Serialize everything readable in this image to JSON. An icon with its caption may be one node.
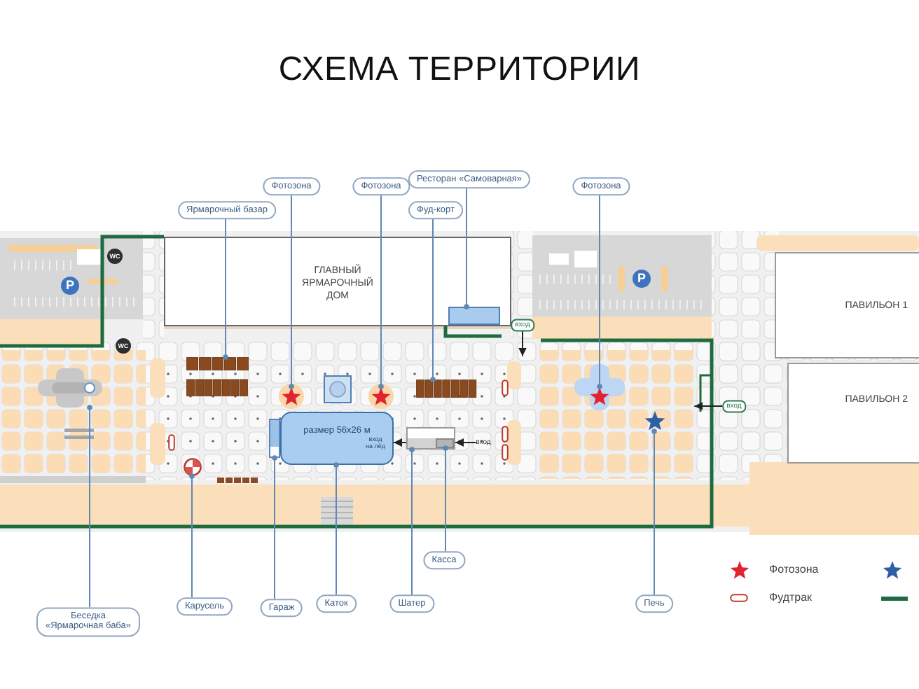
{
  "diagram": {
    "title": "СХЕМА ТЕРРИТОРИИ",
    "nodes": [
      {
        "text": [
          "Фотозона"
        ]
      },
      {
        "text": [
          "Фотозона"
        ]
      },
      {
        "text": [
          "Ресторан «Самоварная»"
        ]
      },
      {
        "text": [
          "Фотозона"
        ]
      },
      {
        "text": [
          "Ярмарочный базар"
        ]
      },
      {
        "text": [
          "Фуд-корт"
        ]
      },
      {
        "text": [
          "ГЛАВНЫЙ ЯРМАРОЧНЫЙ ДОМ"
        ]
      },
      {
        "text": [
          "ПАВИЛЬОН 1"
        ]
      },
      {
        "text": [
          "ПАВИЛЬОН 2"
        ]
      },
      {
        "text": [
          "размер 56х26 м"
        ]
      },
      {
        "text": [
          "Беседка «Ярмарочная баба»"
        ]
      },
      {
        "text": [
          "Карусель"
        ]
      },
      {
        "text": [
          "Гараж"
        ]
      },
      {
        "text": [
          "Каток"
        ]
      },
      {
        "text": [
          "Шатер"
        ]
      },
      {
        "text": [
          "Касса"
        ]
      },
      {
        "text": [
          "Печь"
        ]
      },
      {
        "text": [],
        "shape": "star"
      },
      {
        "text": [],
        "shape": "star"
      },
      {
        "text": [],
        "shape": "box",
        "in": 6
      },
      {
        "text": [],
        "shape": "star"
      },
      {
        "text": [],
        "shape": "box"
      },
      {
        "text": [],
        "shape": "box"
      },
      {
        "text": [],
        "shape": "box"
      },
      {
        "text": [],
        "shape": "circle"
      },
      {
        "text": [],
        "shape": "box"
      },
      {
        "text": [],
        "shape": "box"
      },
      {
        "text": [],
        "shape": "box",
        "in": 26
      },
      {
        "text": [],
        "shape": "star"
      },
      {
        "text": [
          "вход"
        ]
      },
      {
        "text": [
          "вход"
        ]
      },
      {
        "text": [
          "вход"
        ]
      }
    ],
    "edges": [
      {
        "from": 0,
        "to": 17,
        "arrow": "other"
      },
      {
        "from": 1,
        "to": 18,
        "arrow": "other"
      },
      {
        "from": 2,
        "to": 19,
        "arrow": "other"
      },
      {
        "from": 3,
        "to": 20,
        "arrow": "other"
      },
      {
        "from": 4,
        "to": 21,
        "arrow": "other"
      },
      {
        "from": 5,
        "to": 22,
        "arrow": "other"
      },
      {
        "from": 10,
        "to": 23,
        "arrow": "other"
      },
      {
        "from": 11,
        "to": 24,
        "arrow": "other"
      },
      {
        "from": 12,
        "to": 25,
        "arrow": "other"
      },
      {
        "from": 13,
        "to": 9,
        "arrow": "other"
      },
      {
        "from": 14,
        "to": 26,
        "arrow": "other"
      },
      {
        "from": 15,
        "to": 27,
        "arrow": "other"
      },
      {
        "from": 16,
        "to": 28,
        "arrow": "other"
      },
      {
        "from": 29,
        "to": null,
        "arrow": "to",
        "color": "#222222"
      },
      {
        "from": 30,
        "to": null,
        "arrow": "to",
        "color": "#222222"
      },
      {
        "from": 31,
        "to": 26,
        "arrow": "to",
        "color": "#222222"
      },
      {
        "from": 26,
        "to": 9,
        "arrow": "to",
        "label": "вход на лёд",
        "color": "#222222"
      }
    ],
    "labels": [
      "WC",
      "P",
      "P",
      "WC"
    ],
    "legend": [
      {
        "text": "Фотозона"
      },
      {
        "text": "Фудтрак"
      }
    ]
  }
}
